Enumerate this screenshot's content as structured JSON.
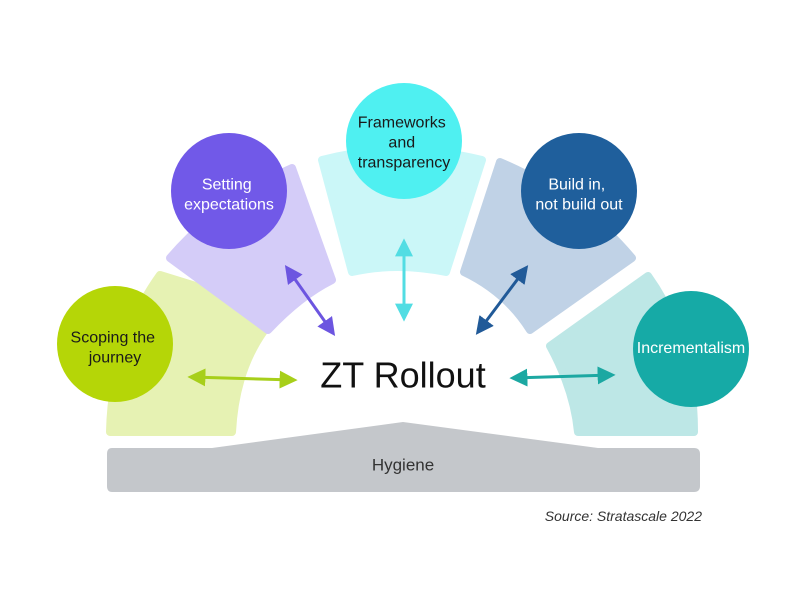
{
  "title": "ZT Rollout",
  "base_label": "Hygiene",
  "source": "Source: Stratascale 2022",
  "nodes": [
    {
      "lines": [
        "Scoping the",
        "journey"
      ],
      "circle_color": "#b5d607",
      "panel_color": "#e6f2b3",
      "arrow_color": "#a7cf1a",
      "text_color": "#1a1a1a"
    },
    {
      "lines": [
        "Setting",
        "expectations"
      ],
      "circle_color": "#7159e8",
      "panel_color": "#d4ccf8",
      "arrow_color": "#6c55e0",
      "text_color": "#ffffff"
    },
    {
      "lines": [
        "Frameworks",
        "and",
        "transparency"
      ],
      "circle_color": "#4ff0f1",
      "panel_color": "#cbf7f8",
      "arrow_color": "#52dde3",
      "text_color": "#1a1a1a"
    },
    {
      "lines": [
        "Build in,",
        "not build out"
      ],
      "circle_color": "#1f5f9c",
      "panel_color": "#c0d2e6",
      "arrow_color": "#215a98",
      "text_color": "#ffffff"
    },
    {
      "lines": [
        "Incrementalism"
      ],
      "circle_color": "#16aaa6",
      "panel_color": "#bde7e6",
      "arrow_color": "#1ca8a2",
      "text_color": "#ffffff"
    }
  ]
}
